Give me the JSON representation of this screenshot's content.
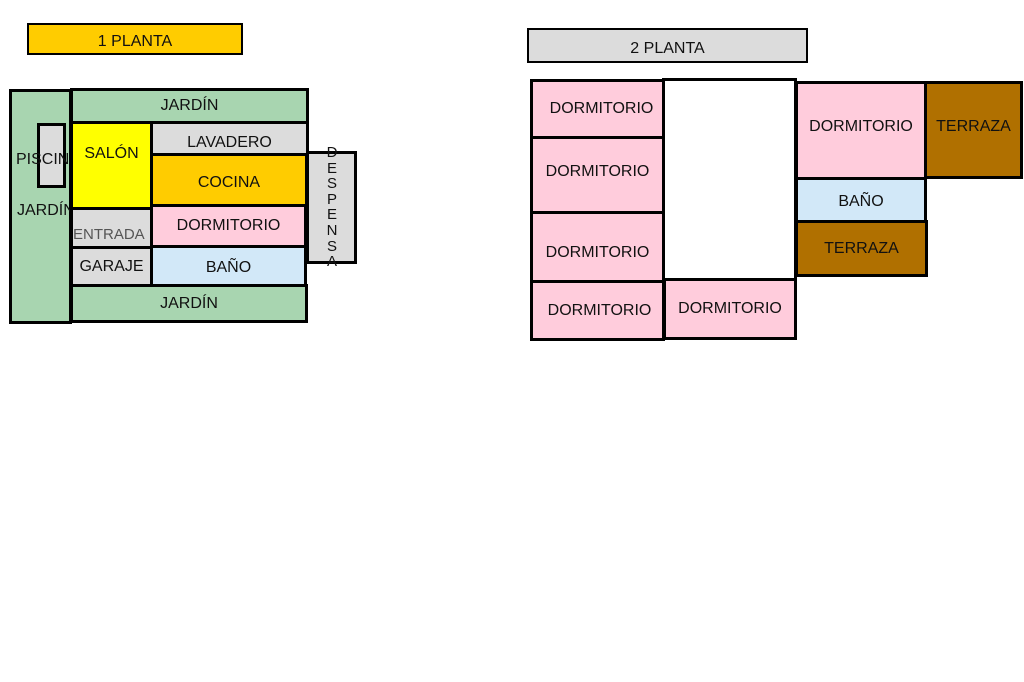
{
  "floor1": {
    "title": "1 PLANTA",
    "rooms": {
      "jardin_left": "JARDÍN",
      "piscina": "PISCIN",
      "jardin_top": "JARDÍN",
      "salon": "SALÓN",
      "lavadero": "LAVADERO",
      "cocina": "COCINA",
      "entrada": "ENTRADA",
      "dormitorio": "DORMITORIO",
      "garaje": "GARAJE",
      "bano": "BAÑO",
      "jardin_bottom": "JARDÍN",
      "despensa": [
        "D",
        "E",
        "S",
        "P",
        "E",
        "N",
        "S",
        "A"
      ]
    }
  },
  "floor2": {
    "title": "2 PLANTA",
    "rooms": {
      "dorm1": "DORMITORIO",
      "dorm2": "DORMITORIO",
      "dorm3": "DORMITORIO",
      "dorm4": "DORMITORIO",
      "dorm5": "DORMITORIO",
      "dorm6": "DORMITORIO",
      "terraza1": "TERRAZA",
      "bano": "BAÑO",
      "terraza2": "TERRAZA"
    }
  }
}
